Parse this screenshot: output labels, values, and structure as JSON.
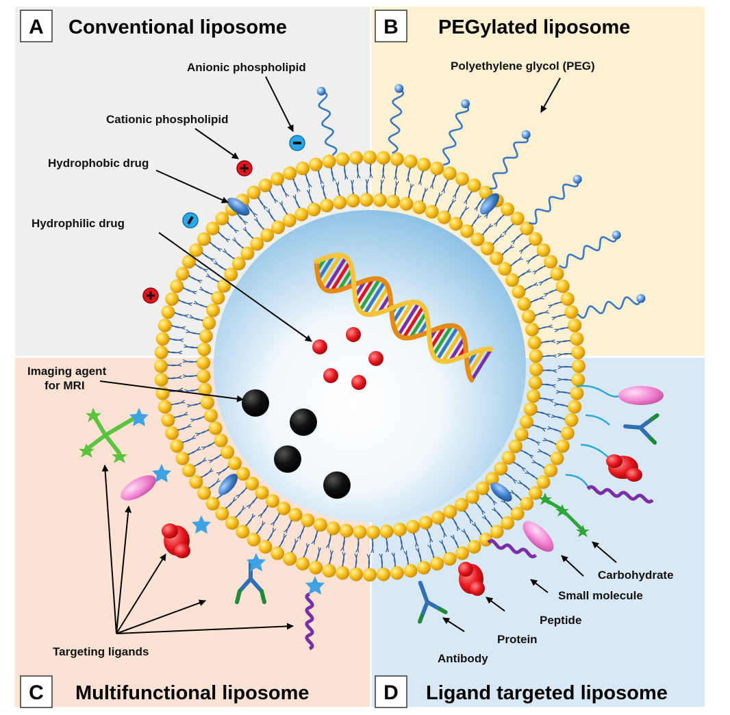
{
  "panels": {
    "a": {
      "letter": "A",
      "title": "Conventional liposome",
      "bg": "#efefef"
    },
    "b": {
      "letter": "B",
      "title": "PEGylated liposome",
      "bg": "#fdf0d3"
    },
    "c": {
      "letter": "C",
      "title": "Multifunctional liposome",
      "bg": "#fbe2d3"
    },
    "d": {
      "letter": "D",
      "title": "Ligand targeted liposome",
      "bg": "#d9e8f5"
    }
  },
  "labels": {
    "anionic": "Anionic phospholipid",
    "cationic": "Cationic phospholipid",
    "hydrophobic": "Hydrophobic drug",
    "hydrophilic": "Hydrophilic drug",
    "imaging_1": "Imaging agent",
    "imaging_2": "for MRI",
    "peg": "Polyethylene glycol (PEG)",
    "targeting": "Targeting ligands",
    "carbohydrate": "Carbohydrate",
    "small_molecule": "Small molecule",
    "peptide": "Peptide",
    "protein": "Protein",
    "antibody": "Antibody"
  },
  "colors": {
    "lipid_head": "#f6bf1c",
    "lipid_tail": "#2f5f9e",
    "core": "#9ccbe8",
    "drug": "#e3141c",
    "mri": "#111111",
    "peg": "#3b78c2",
    "antibody": "#2f6fb5",
    "protein": "#d8141a",
    "peptide": "#7a2fa8",
    "small_molecule": "#f07fcf",
    "carbohydrate": "#2ea63c",
    "star": "#3fa3e3"
  }
}
